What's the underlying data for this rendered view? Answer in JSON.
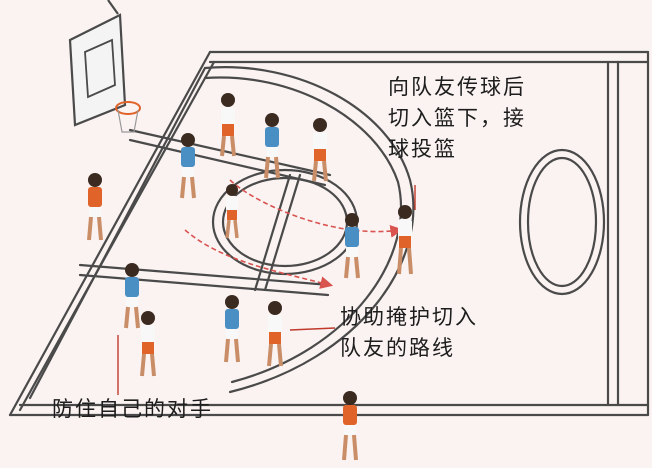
{
  "annotations": {
    "pass_and_cut": "向队友传球后\n切入篮下，接\n球投篮",
    "screen_for_cutter": "协助掩护切入\n队友的路线",
    "defend_own_player": "防住自己的对手"
  },
  "colors": {
    "background": "#fbf3f2",
    "court_line": "#4a4a4a",
    "team_blue": "#4a8fc4",
    "team_orange": "#e0632a",
    "movement_arrow": "#d9534f"
  },
  "icons": {
    "backboard": "basketball-hoop-icon",
    "players": "player-figure-icon",
    "arrows": "movement-arrow-icon"
  }
}
